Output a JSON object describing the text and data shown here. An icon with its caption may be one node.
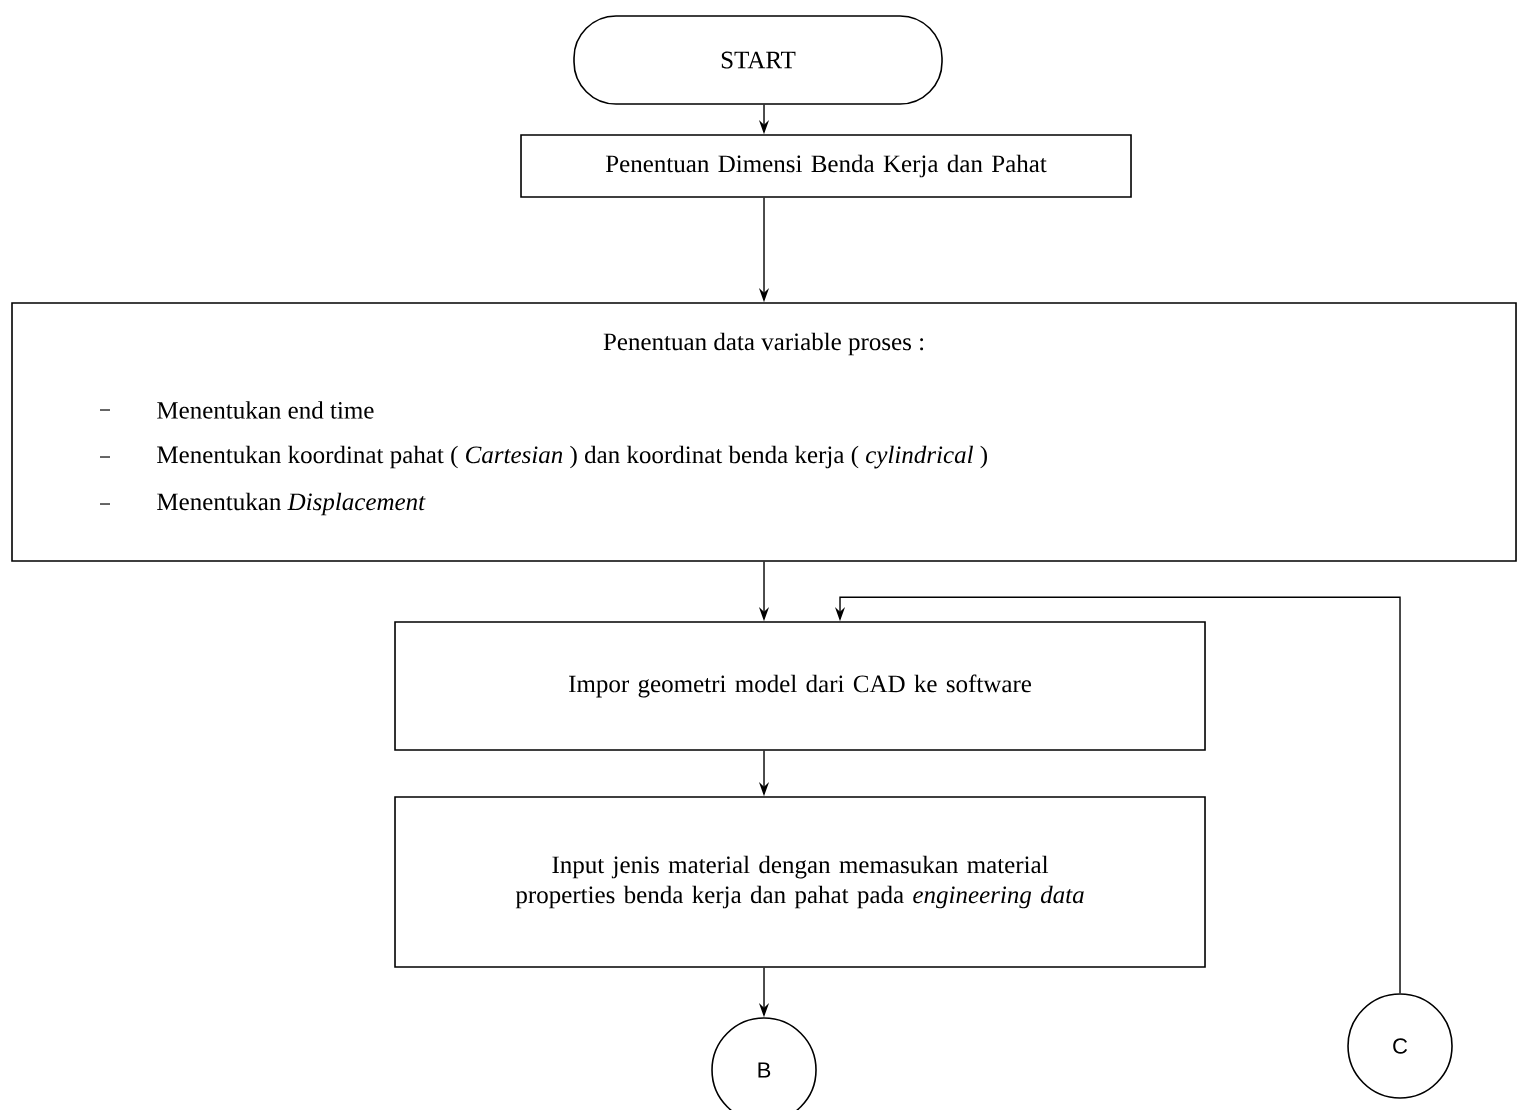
{
  "diagram": {
    "nodes": [
      {
        "text": [
          "START"
        ]
      },
      {
        "text": [
          "Penentuan Dimensi Benda Kerja dan Pahat"
        ]
      },
      {
        "text": [
          "Penentuan data variable proses :",
          "Menentukan end time",
          "Menentukan koordinat pahat ( *Cartesian* ) dan koordinat benda kerja ( *cylindrical* )",
          "Menentukan *Displacement*"
        ]
      },
      {
        "text": [
          "Impor geometri model dari CAD ke software"
        ]
      },
      {
        "text": [
          "Input jenis material dengan memasukan material properties benda kerja dan pahat pada *engineering data*"
        ]
      },
      {
        "text": [
          "B"
        ]
      },
      {
        "text": [
          "C"
        ]
      }
    ],
    "edges": [
      {
        "from": 0,
        "to": 1,
        "arrow": "to"
      },
      {
        "from": 1,
        "to": 2,
        "arrow": "to"
      },
      {
        "from": 2,
        "to": 3,
        "arrow": "to"
      },
      {
        "from": 6,
        "to": 3,
        "arrow": "to"
      },
      {
        "from": 3,
        "to": 4,
        "arrow": "to"
      },
      {
        "from": 4,
        "to": 5,
        "arrow": "to"
      }
    ]
  }
}
